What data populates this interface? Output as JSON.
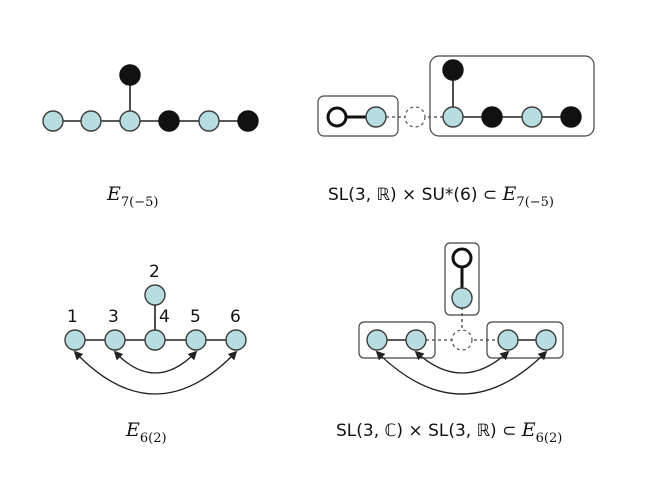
{
  "captions": {
    "top_left": {
      "main": "E",
      "sub": "7(−5)"
    },
    "top_right": {
      "prefix": "SL(3, ℝ) × SU*(6) ⊂ ",
      "main": "E",
      "sub": "7(−5)"
    },
    "bottom_left": {
      "main": "E",
      "sub": "6(2)"
    },
    "bottom_right": {
      "prefix": "SL(3, ℂ) × SL(3, ℝ) ⊂ ",
      "main": "E",
      "sub": "6(2)"
    }
  },
  "node_labels": [
    "1",
    "2",
    "3",
    "4",
    "5",
    "6"
  ],
  "colors": {
    "light": "#b7dde0",
    "dark": "#111111"
  }
}
